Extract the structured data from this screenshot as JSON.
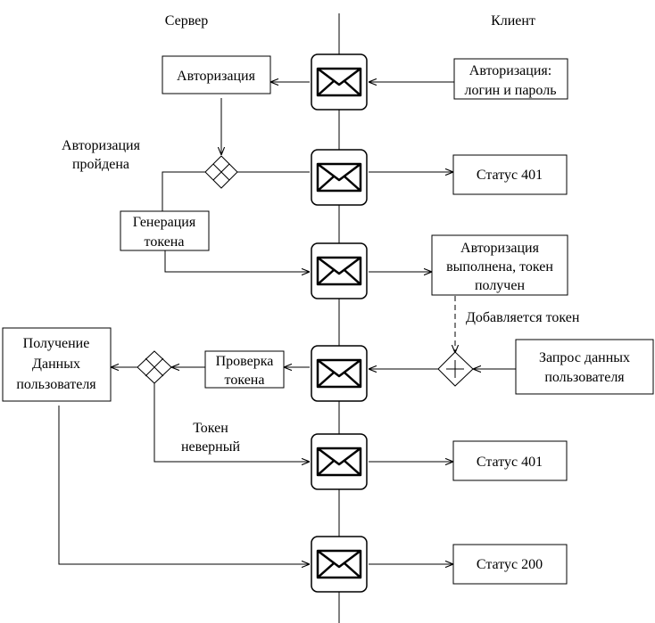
{
  "diagram": {
    "lanes": {
      "server": "Сервер",
      "client": "Клиент"
    },
    "nodes": {
      "auth_server": "Авторизация",
      "auth_client": [
        "Авторизация:",
        "логин и пароль"
      ],
      "status_401_a": "Статус 401",
      "token_generation": [
        "Генерация",
        "токена"
      ],
      "auth_done": [
        "Авторизация",
        "выполнена, токен",
        "получен"
      ],
      "user_data_request": [
        "Запрос данных",
        "пользователя"
      ],
      "token_check": [
        "Проверка",
        "токена"
      ],
      "get_user_data": [
        "Получение",
        "Данных",
        "пользователя"
      ],
      "status_401_b": "Статус 401",
      "status_200": "Статус 200"
    },
    "labels": {
      "auth_passed": [
        "Авторизация",
        "пройдена"
      ],
      "token_added": "Добавляется токен",
      "token_invalid": [
        "Токен",
        "неверный"
      ]
    }
  }
}
